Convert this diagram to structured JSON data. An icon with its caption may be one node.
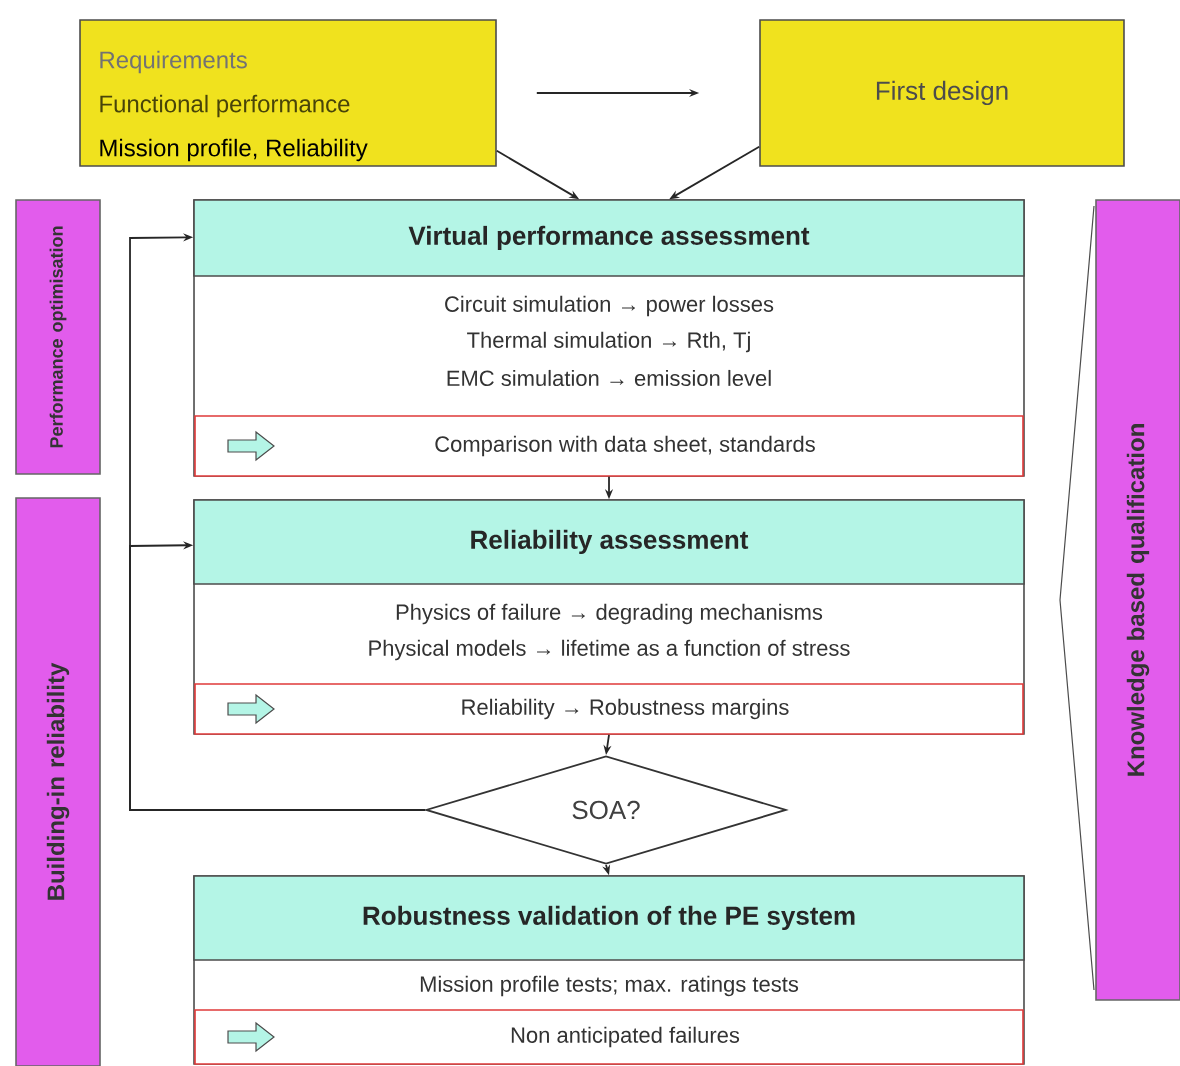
{
  "diagram": {
    "nodes": [
      {
        "text": [
          "Requirements",
          "Functional performance",
          "Mission profile, Reliability"
        ]
      },
      {
        "text": [
          "First design"
        ]
      },
      {
        "text": [
          "Virtual performance assessment",
          "Circuit simulation → power losses",
          "Thermal simulation → Rth, Tj",
          "EMC simulation → emission level"
        ]
      },
      {
        "text": [
          "Comparison with data sheet, standards"
        ],
        "in": 2
      },
      {
        "text": [
          "Reliability assessment",
          "Physics of failure → degrading mechanisms",
          "Physical models → lifetime as a function of stress"
        ]
      },
      {
        "text": [
          "Reliability → Robustness margins"
        ],
        "in": 4
      },
      {
        "text": [
          "SOA?"
        ]
      },
      {
        "text": [
          "Robustness validation of the PE system",
          "Mission profile tests; max. ratings tests"
        ]
      },
      {
        "text": [
          "Non anticipated failures"
        ],
        "in": 7
      },
      {
        "text": [
          "Performance optimisation"
        ]
      },
      {
        "text": [
          "Building-in reliability"
        ]
      },
      {
        "text": [
          "Knowledge based qualification"
        ]
      }
    ],
    "edges": [
      {
        "from": 0,
        "to": 1,
        "arrow": "to"
      },
      {
        "from": 0,
        "to": 2,
        "arrow": "to"
      },
      {
        "from": 1,
        "to": 2,
        "arrow": "to"
      },
      {
        "from": 2,
        "to": 4,
        "arrow": "to"
      },
      {
        "from": 4,
        "to": 6,
        "arrow": "to"
      },
      {
        "from": 6,
        "to": 7,
        "arrow": "to"
      },
      {
        "from": 6,
        "to": 2,
        "arrow": "to"
      },
      {
        "from": 6,
        "to": 4,
        "arrow": "to"
      }
    ]
  }
}
